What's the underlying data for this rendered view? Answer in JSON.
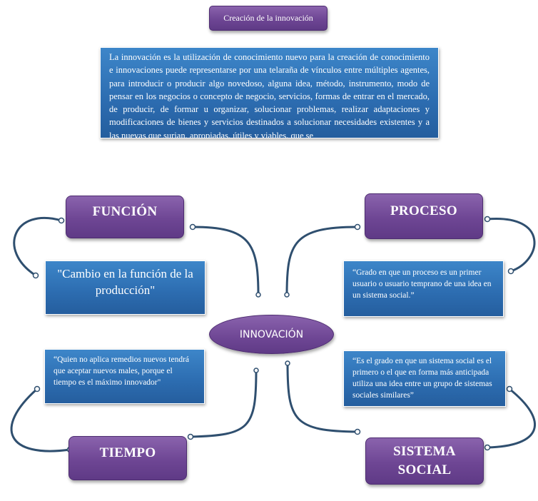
{
  "title": "Creación de la innovación",
  "description": "La innovación es la utilización de conocimiento nuevo para la creación de conocimiento e innovaciones puede representarse por una telaraña de vínculos entre múltiples agentes, para introducir o producir algo novedoso, alguna idea, método, instrumento, modo de pensar en los negocios o concepto de negocio, servicios, formas de entrar en el mercado, de producir, de formar u organizar, solucionar problemas, realizar adaptaciones y modificaciones de bienes y servicios destinados a solucionar necesidades existentes y a las nuevas que surjan, apropiadas, útiles y viables, que se",
  "center": "INNOVACIÓN",
  "nodes": {
    "funcion": {
      "label": "FUNCIÓN",
      "text": "\"Cambio en la función de la producción\""
    },
    "proceso": {
      "label": "PROCESO",
      "text": "“Grado en que un proceso es un primer usuario o usuario temprano de una idea en un sistema social.”"
    },
    "tiempo": {
      "label": "TIEMPO",
      "text": "“Quien no aplica remedios nuevos tendrá que aceptar nuevos males, porque el tiempo es el máximo innovador\""
    },
    "sistema": {
      "label": "SISTEMA SOCIAL",
      "text": "“Es el grado en que un sistema social es el primero o el que en forma más anticipada utiliza una idea entre un grupo de sistemas sociales similares”"
    }
  },
  "colors": {
    "purple": "#6e4694",
    "blue": "#2c6cb0",
    "connector": "#2f4f6f"
  }
}
